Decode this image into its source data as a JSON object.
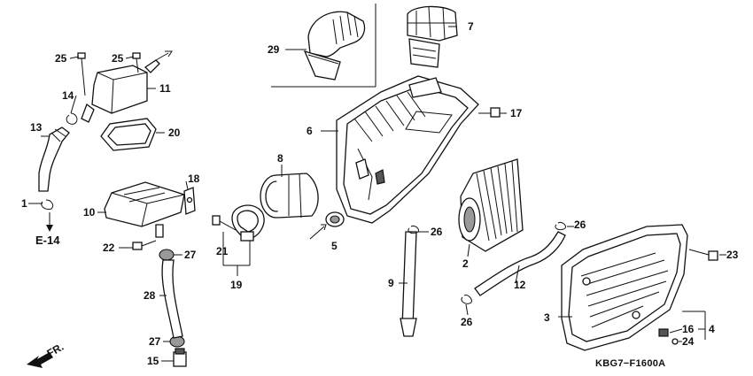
{
  "diagram": {
    "drawing_code": "KBG7−F1600A",
    "reference": "E-14",
    "direction": "FR.",
    "callouts": [
      {
        "id": "c1",
        "text": "1"
      },
      {
        "id": "c2",
        "text": "2"
      },
      {
        "id": "c3",
        "text": "3"
      },
      {
        "id": "c4",
        "text": "4"
      },
      {
        "id": "c5",
        "text": "5"
      },
      {
        "id": "c6",
        "text": "6"
      },
      {
        "id": "c7",
        "text": "7"
      },
      {
        "id": "c8",
        "text": "8"
      },
      {
        "id": "c9",
        "text": "9"
      },
      {
        "id": "c10",
        "text": "10"
      },
      {
        "id": "c11",
        "text": "11"
      },
      {
        "id": "c12",
        "text": "12"
      },
      {
        "id": "c13",
        "text": "13"
      },
      {
        "id": "c14",
        "text": "14"
      },
      {
        "id": "c15",
        "text": "15"
      },
      {
        "id": "c16",
        "text": "16"
      },
      {
        "id": "c17",
        "text": "17"
      },
      {
        "id": "c18",
        "text": "18"
      },
      {
        "id": "c19",
        "text": "19"
      },
      {
        "id": "c20",
        "text": "20"
      },
      {
        "id": "c21",
        "text": "21"
      },
      {
        "id": "c22",
        "text": "22"
      },
      {
        "id": "c23",
        "text": "23"
      },
      {
        "id": "c24",
        "text": "24"
      },
      {
        "id": "c25a",
        "text": "25"
      },
      {
        "id": "c25b",
        "text": "25"
      },
      {
        "id": "c26a",
        "text": "26"
      },
      {
        "id": "c26b",
        "text": "26"
      },
      {
        "id": "c26c",
        "text": "26"
      },
      {
        "id": "c27a",
        "text": "27"
      },
      {
        "id": "c27b",
        "text": "27"
      },
      {
        "id": "c28",
        "text": "28"
      },
      {
        "id": "c29",
        "text": "29"
      }
    ]
  }
}
